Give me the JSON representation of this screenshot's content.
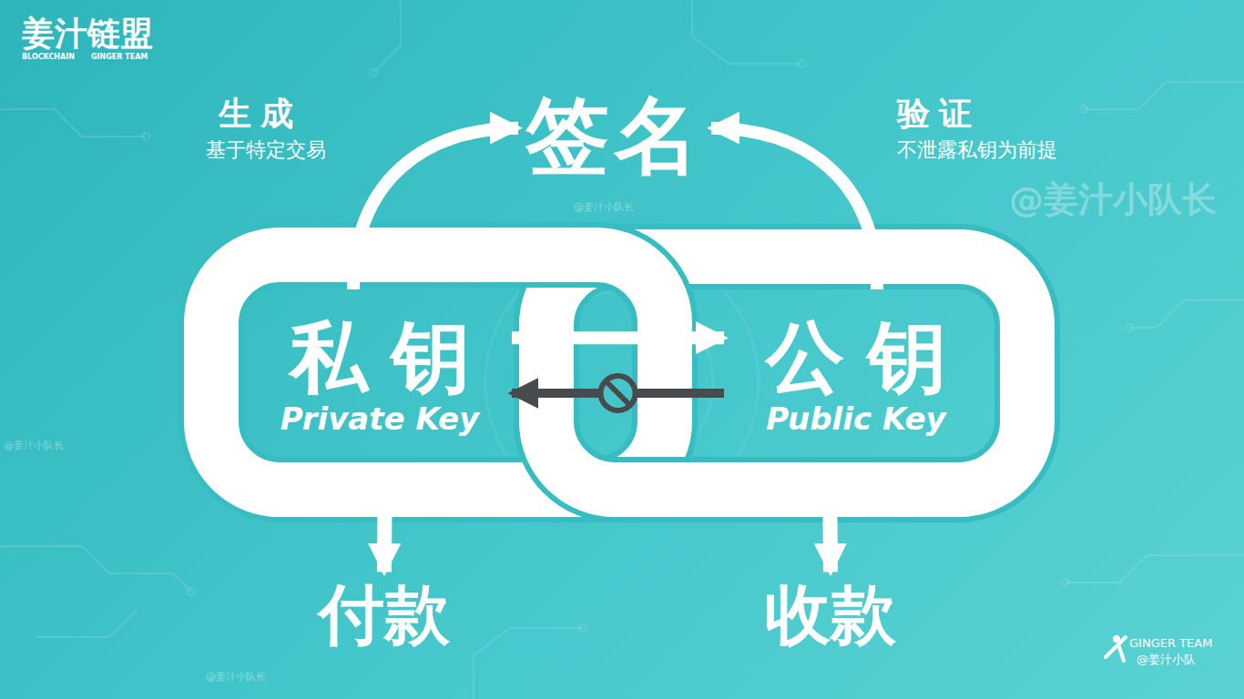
{
  "diagram": {
    "nodes": [
      {
        "text": [
          "私钥",
          "Private Key"
        ]
      },
      {
        "text": [
          "公钥",
          "Public Key"
        ]
      },
      {
        "text": [
          "签名"
        ]
      },
      {
        "text": [
          "付款"
        ]
      },
      {
        "text": [
          "收款"
        ]
      }
    ],
    "edges": [
      {
        "from": 0,
        "to": 2,
        "arrow": "to",
        "label": "生成"
      },
      {
        "from": 1,
        "to": 2,
        "arrow": "to",
        "label": "验证"
      },
      {
        "from": 0,
        "to": 1,
        "arrow": "to"
      },
      {
        "from": 1,
        "to": 0,
        "arrow": "to"
      },
      {
        "from": 0,
        "to": 3,
        "arrow": "to"
      },
      {
        "from": 1,
        "to": 4,
        "arrow": "to"
      }
    ],
    "labels": [
      "基于特定交易",
      "不泄露私钥为前提",
      "@姜汁小队长",
      "@姜汁小队长",
      "@姜汁小队长",
      "@姜汁小队长",
      "姜汁链盟",
      "BLOCKCHAIN",
      "GINGER TEAM",
      "GINGER TEAM",
      "@姜汁小队"
    ]
  }
}
